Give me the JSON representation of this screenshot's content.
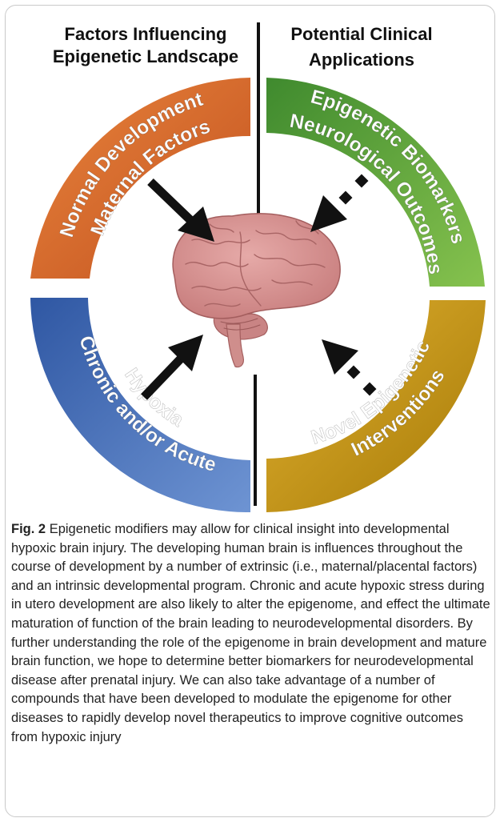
{
  "headers": {
    "left": [
      "Factors Influencing",
      "Epigenetic Landscape"
    ],
    "right": [
      "Potential Clinical",
      "Applications"
    ]
  },
  "segments": {
    "top_left": {
      "lines": [
        "Normal Development",
        "Maternal Factors"
      ],
      "color": "#d9692c"
    },
    "top_right": {
      "lines": [
        "Epigenetic Biomarkers",
        "Neurological Outcomes"
      ],
      "color": "#5faa3a"
    },
    "bottom_left": {
      "lines": [
        "Chronic and/or Acute",
        "Hypoxia"
      ],
      "color": "#3d6bb3"
    },
    "bottom_right": {
      "lines": [
        "Novel Epigenetic",
        "Interventions"
      ],
      "color": "#c9960f"
    }
  },
  "caption": {
    "label": "Fig. 2",
    "text": "Epigenetic modifiers may allow for clinical insight into developmental hypoxic brain injury. The developing human brain is influences throughout the course of development by a number of extrinsic (i.e., maternal/placental factors) and an intrinsic developmental program. Chronic and acute hypoxic stress during in utero development are also likely to alter the epigenome, and effect the ultimate maturation of function of the brain leading to neurodevelopmental disorders. By further understanding the role of the epigenome in brain development and mature brain function, we hope to determine better biomarkers for neurodevelopmental disease after prenatal injury. We can also take advantage of a number of compounds that have been developed to modulate the epigenome for other diseases to rapidly develop novel therapeutics to improve cognitive outcomes from hypoxic injury"
  }
}
